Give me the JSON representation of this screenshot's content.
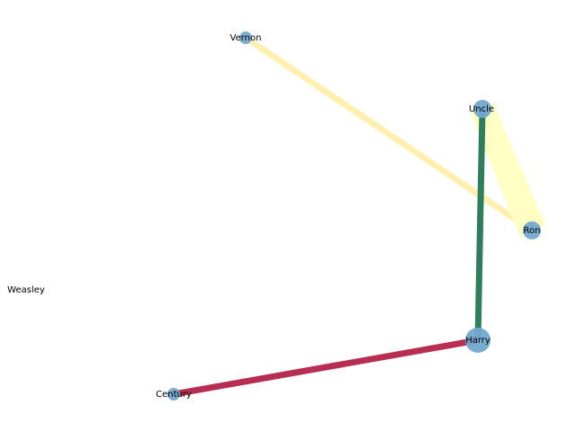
{
  "graph": {
    "nodes": [
      {
        "id": "vernon",
        "label": "Vernon",
        "size": "small",
        "color": "#72a8cf"
      },
      {
        "id": "uncle",
        "label": "Uncle",
        "size": "medium",
        "color": "#72a8cf"
      },
      {
        "id": "ron",
        "label": "Ron",
        "size": "medium",
        "color": "#72a8cf"
      },
      {
        "id": "weasley",
        "label": "Weasley",
        "size": "none",
        "color": "#72a8cf"
      },
      {
        "id": "harry",
        "label": "Harry",
        "size": "large",
        "color": "#72a8cf"
      },
      {
        "id": "century",
        "label": "Century",
        "size": "small",
        "color": "#72a8cf"
      }
    ],
    "edges": [
      {
        "source": "vernon",
        "target": "ron",
        "color": "#fff0b0",
        "weight": "medium"
      },
      {
        "source": "uncle",
        "target": "ron",
        "color": "#ffffc4",
        "weight": "heavy"
      },
      {
        "source": "uncle",
        "target": "harry",
        "color": "#2e7d5b",
        "weight": "medium"
      },
      {
        "source": "harry",
        "target": "century",
        "color": "#b82e52",
        "weight": "medium"
      }
    ]
  }
}
